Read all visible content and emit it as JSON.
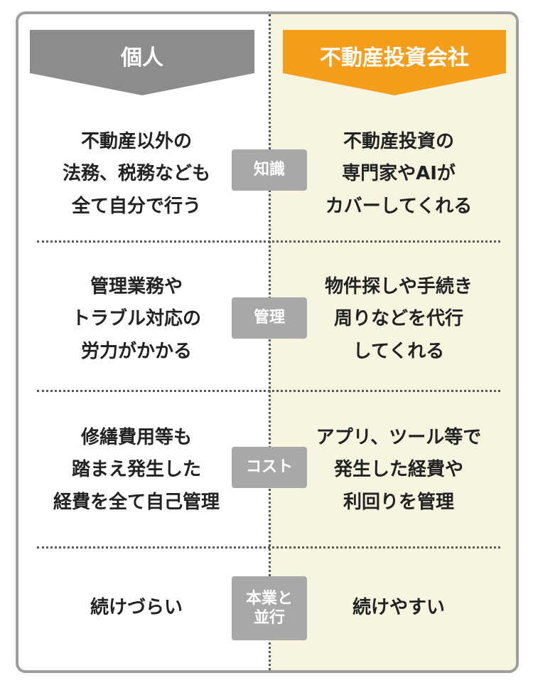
{
  "headers": {
    "left": "個人",
    "right": "不動産投資会社"
  },
  "rows": [
    {
      "label": "知識",
      "left": "不動産以外の\n法務、税務なども\n全て自分で行う",
      "right": "不動産投資の\n専門家やAIが\nカバーしてくれる"
    },
    {
      "label": "管理",
      "left": "管理業務や\nトラブル対応の\n労力がかかる",
      "right": "物件探しや手続き\n周りなどを代行\nしてくれる"
    },
    {
      "label": "コスト",
      "left": "修繕費用等も\n踏まえ発生した\n経費を全て自己管理",
      "right": "アプリ、ツール等で\n発生した経費や\n利回りを管理"
    },
    {
      "label": "本業と\n並行",
      "left": "続けづらい",
      "right": "続けやすい"
    }
  ],
  "colors": {
    "left_header": "#8c8c8c",
    "right_header": "#f59e1b",
    "right_background": "#f7f5e0",
    "label_background": "#a8a8a8",
    "border": "#9e9e9e"
  }
}
